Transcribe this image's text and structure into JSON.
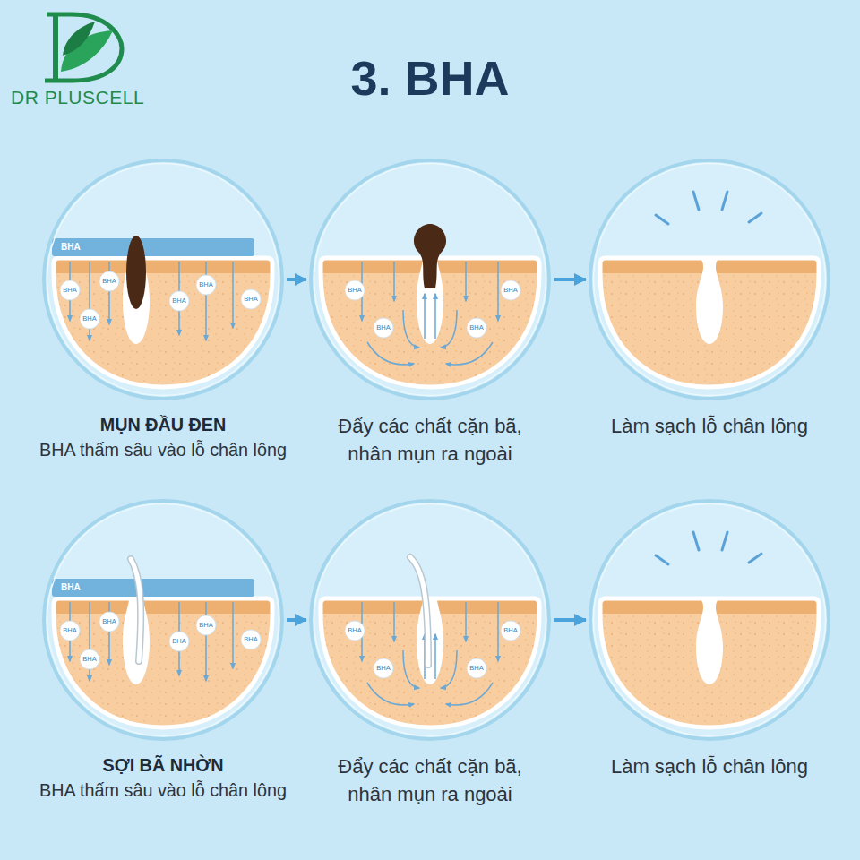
{
  "diagram": {
    "title": "3. BHA",
    "nodes": [
      {
        "text": [
          "MỤN ĐẦU ĐEN",
          "BHA thấm sâu vào lỗ chân lông"
        ]
      },
      {
        "text": [
          "Đẩy các chất cặn bã, nhân mụn ra ngoài"
        ]
      },
      {
        "text": [
          "Làm sạch lỗ chân lông"
        ]
      },
      {
        "text": [
          "SỢI BÃ NHỜN",
          "BHA thấm sâu vào lỗ chân lông"
        ]
      },
      {
        "text": [
          "Đẩy các chất cặn bã, nhân mụn ra ngoài"
        ]
      },
      {
        "text": [
          "Làm sạch lỗ chân lông"
        ]
      }
    ],
    "edges": [
      {
        "from": 0,
        "to": 1,
        "arrow": "to"
      },
      {
        "from": 1,
        "to": 2,
        "arrow": "to"
      },
      {
        "from": 3,
        "to": 4,
        "arrow": "to"
      },
      {
        "from": 4,
        "to": 5,
        "arrow": "to"
      }
    ],
    "labels": [
      "DR PLUSCELL",
      "BHA",
      "BHA",
      "BHA",
      "BHA",
      "BHA",
      "BHA",
      "BHA",
      "BHA",
      "BHA",
      "BHA",
      "BHA",
      "BHA",
      "BHA",
      "BHA",
      "BHA",
      "BHA",
      "BHA",
      "BHA",
      "BHA",
      "BHA",
      "BHA",
      "BHA"
    ]
  }
}
